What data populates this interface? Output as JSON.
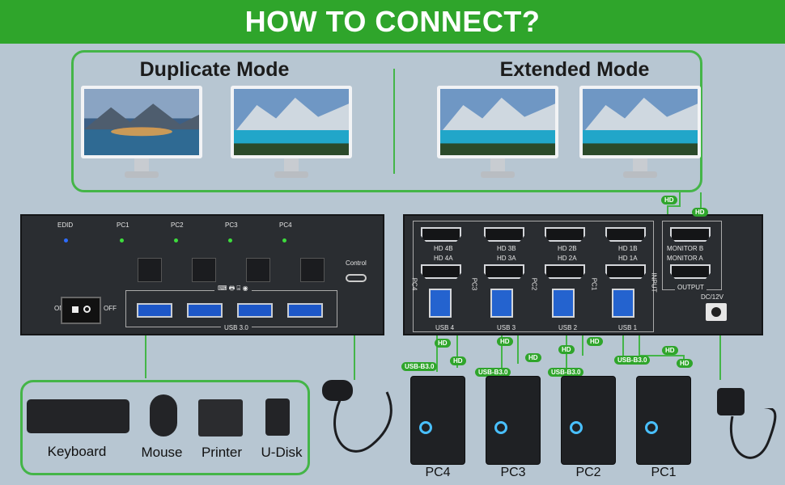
{
  "banner": {
    "title": "HOW TO CONNECT?"
  },
  "modes": {
    "duplicate_title": "Duplicate Mode",
    "extended_title": "Extended Mode"
  },
  "kvm_front": {
    "edid_label": "EDID",
    "pc_labels": [
      "PC1",
      "PC2",
      "PC3",
      "PC4"
    ],
    "control_label": "Control",
    "switch_on": "ON",
    "switch_off": "OFF",
    "usb_label": "USB 3.0"
  },
  "kvm_back": {
    "input_label": "INPUT",
    "output_label": "OUTPUT",
    "monitor_b": "MONITOR B",
    "monitor_a": "MONITOR A",
    "dc_label": "DC/12V",
    "hd_top": [
      "HD 4B",
      "HD 3B",
      "HD 2B",
      "HD 1B"
    ],
    "hd_bottom": [
      "HD 4A",
      "HD 3A",
      "HD 2A",
      "HD 1A"
    ],
    "usb_ports": [
      "USB 4",
      "USB 3",
      "USB 2",
      "USB 1"
    ],
    "pc_side_labels": [
      "PC4",
      "PC3",
      "PC2",
      "PC1"
    ]
  },
  "cable_tags": {
    "hd": "HD",
    "usb_b3": "USB-B3.0"
  },
  "peripherals": [
    "Keyboard",
    "Mouse",
    "Printer",
    "U-Disk"
  ],
  "computers": [
    "PC4",
    "PC3",
    "PC2",
    "PC1"
  ],
  "colors": {
    "accent": "#2fa52b",
    "background": "#b7c6d2",
    "device": "#2a2d31",
    "usb_blue": "#1d57c8"
  }
}
